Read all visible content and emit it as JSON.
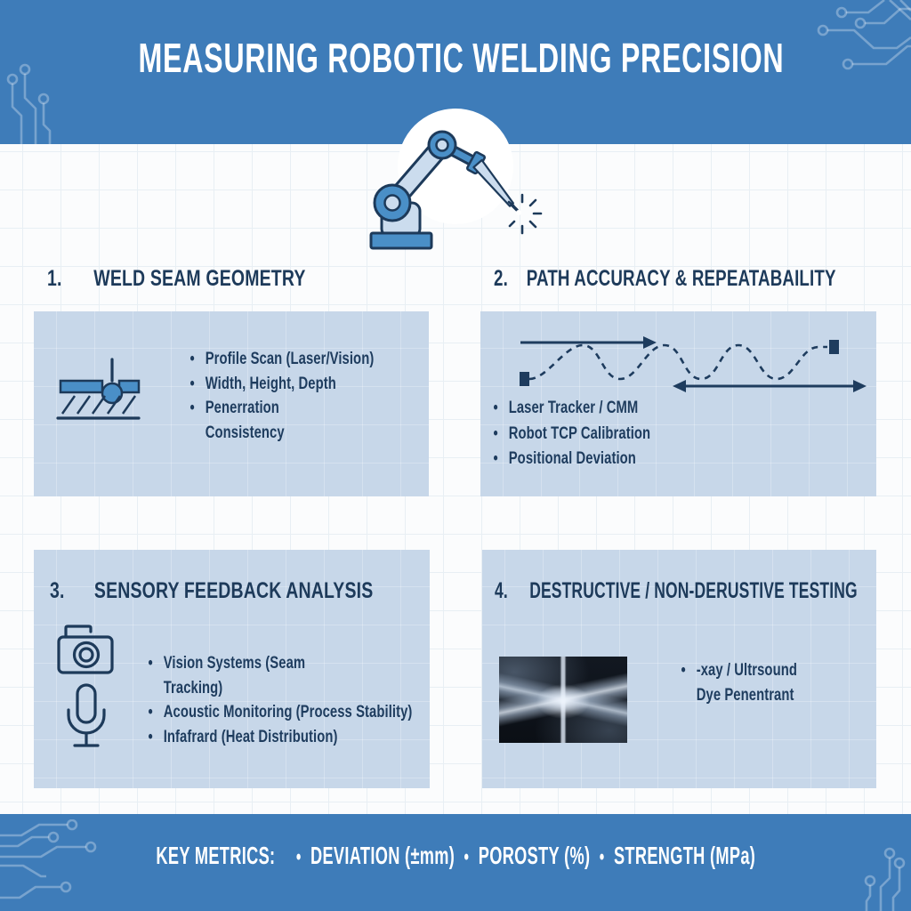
{
  "title": "MEASURING ROBOTIC WELDING PRECISION",
  "ui": {
    "bullet": "•"
  },
  "colors": {
    "band_blue": "#3e7cb9",
    "card_blue": "#c7d7e9",
    "navy_text": "#1d3a5a",
    "robot_blue": "#4a8fc7",
    "robot_light": "#cbdcee"
  },
  "sections": [
    {
      "number": "1.",
      "title": "WELD SEAM GEOMETRY",
      "icon": "weld-seam-cross-section-icon",
      "bullets": [
        [
          "Profile Scan (Laser/Vision)"
        ],
        [
          "Width, Height, Depth"
        ],
        [
          "Penerration",
          "Consistency"
        ]
      ]
    },
    {
      "number": "2.",
      "title": "PATH ACCURACY & REPEATABAILITY",
      "icon": "weave-path-diagram",
      "bullets": [
        [
          "Laser Tracker / CMM"
        ],
        [
          "Robot TCP Calibration"
        ],
        [
          "Positional Deviation"
        ]
      ]
    },
    {
      "number": "3.",
      "title": "SENSORY FEEDBACK ANALYSIS",
      "icons": [
        "camera-icon",
        "microphone-icon"
      ],
      "bullets": [
        [
          "Vision Systems (Seam",
          "Tracking)"
        ],
        [
          "Acoustic Monitoring (Process Stability)"
        ],
        [
          "Infafrard (Heat Distribution)"
        ]
      ]
    },
    {
      "number": "4.",
      "title": "DESTRUCTIVE / NON-DERUSTIVE TESTING",
      "icon": "xray-image",
      "bullets": [
        [
          "-xay / Ultrsound",
          "Dye Penentrant"
        ]
      ]
    }
  ],
  "footer": {
    "label": "KEY METRICS:",
    "metrics": [
      "DEVIATION (±mm)",
      "POROSTY (%)",
      "STRENGTH (MPa)"
    ]
  }
}
